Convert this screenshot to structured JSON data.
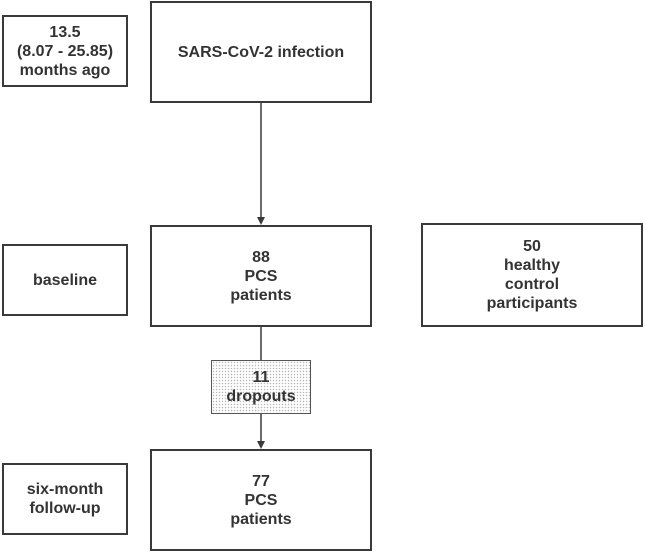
{
  "time_since": {
    "lines": [
      "13.5",
      "(8.07 - 25.85)",
      "months ago"
    ]
  },
  "infection": {
    "lines": [
      "SARS-CoV-2 infection"
    ]
  },
  "baseline_label": {
    "lines": [
      "baseline"
    ]
  },
  "baseline_patients": {
    "lines": [
      "88",
      "PCS",
      "patients"
    ]
  },
  "healthy_controls": {
    "lines": [
      "50",
      "healthy",
      "control",
      "participants"
    ]
  },
  "dropouts": {
    "lines": [
      "11",
      "dropouts"
    ]
  },
  "followup_label": {
    "lines": [
      "six-month",
      "follow-up"
    ]
  },
  "followup_patients": {
    "lines": [
      "77",
      "PCS",
      "patients"
    ]
  }
}
